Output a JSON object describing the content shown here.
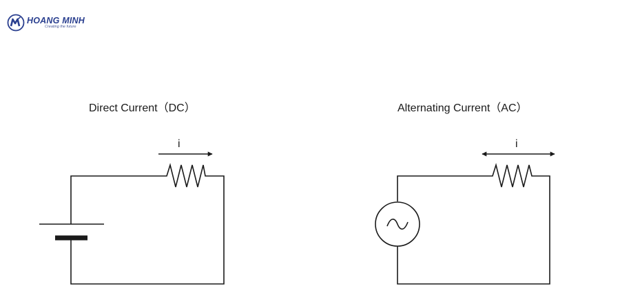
{
  "logo": {
    "name": "HOANG MINH",
    "tagline": "Creating the future",
    "brand_color": "#2a3f8f"
  },
  "diagrams": {
    "dc": {
      "title": "Direct Current（DC）",
      "current_label": "i"
    },
    "ac": {
      "title": "Alternating Current（AC）",
      "current_label": "i"
    }
  },
  "colors": {
    "line": "#1a1a1a",
    "background": "#ffffff"
  }
}
